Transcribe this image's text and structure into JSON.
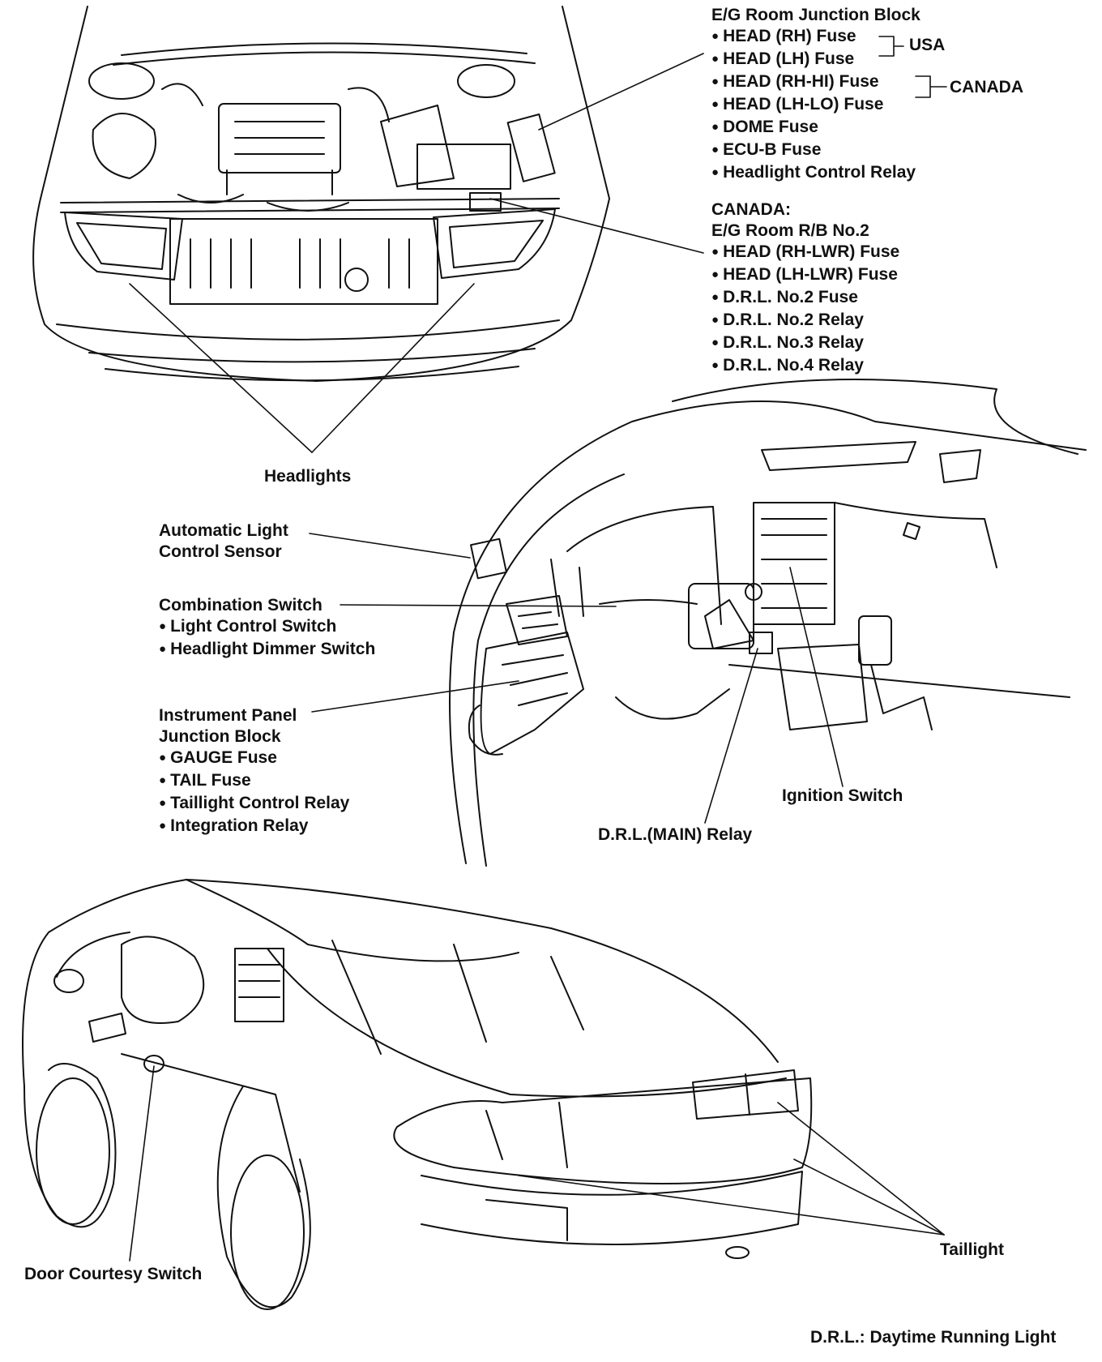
{
  "eg_block": {
    "title": "E/G Room Junction Block",
    "items": [
      "HEAD (RH) Fuse",
      "HEAD (LH) Fuse",
      "HEAD (RH-HI) Fuse",
      "HEAD (LH-LO) Fuse",
      "DOME Fuse",
      "ECU-B Fuse",
      "Headlight Control Relay"
    ],
    "usa": "USA",
    "canada": "CANADA"
  },
  "canada_rb": {
    "heading": "CANADA:",
    "title": "E/G Room R/B No.2",
    "items": [
      "HEAD (RH-LWR) Fuse",
      "HEAD (LH-LWR) Fuse",
      "D.R.L. No.2 Fuse",
      "D.R.L. No.2 Relay",
      "D.R.L. No.3 Relay",
      "D.R.L. No.4 Relay"
    ]
  },
  "headlights": "Headlights",
  "auto_sensor": {
    "line1": "Automatic Light",
    "line2": "Control Sensor"
  },
  "combo": {
    "title": "Combination Switch",
    "items": [
      "Light Control Switch",
      "Headlight Dimmer Switch"
    ]
  },
  "ip_block": {
    "line1": "Instrument Panel",
    "line2": "Junction Block",
    "items": [
      "GAUGE Fuse",
      "TAIL Fuse",
      "Taillight Control Relay",
      "Integration Relay"
    ]
  },
  "ignition": "Ignition Switch",
  "drl_main": "D.R.L.(MAIN) Relay",
  "door": "Door Courtesy Switch",
  "taillight": "Taillight",
  "footnote": "D.R.L.: Daytime Running Light",
  "colors": {
    "ink": "#111111",
    "paper": "#ffffff"
  }
}
